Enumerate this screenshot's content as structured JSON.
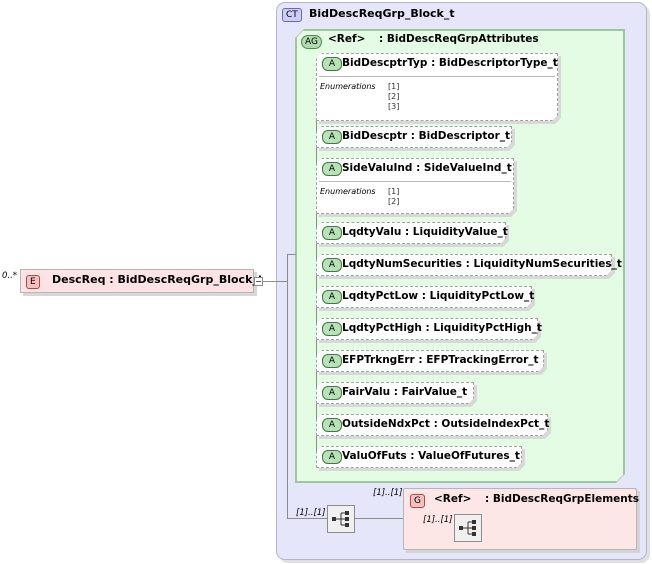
{
  "complex_type": {
    "tag": "CT",
    "name": "BidDescReqGrp_Block_t"
  },
  "attribute_group": {
    "tag": "AG",
    "ref": "<Ref>",
    "name": ": BidDescReqGrpAttributes"
  },
  "attributes": [
    {
      "tag": "A",
      "label": "BidDescptrTyp : BidDescriptorType_t",
      "enum_header": "Enumerations",
      "enums": [
        "[1]",
        "[2]",
        "[3]"
      ]
    },
    {
      "tag": "A",
      "label": "BidDescptr : BidDescriptor_t"
    },
    {
      "tag": "A",
      "label": "SideValuInd : SideValueInd_t",
      "enum_header": "Enumerations",
      "enums": [
        "[1]",
        "[2]"
      ]
    },
    {
      "tag": "A",
      "label": "LqdtyValu : LiquidityValue_t"
    },
    {
      "tag": "A",
      "label": "LqdtyNumSecurities : LiquidityNumSecurities_t"
    },
    {
      "tag": "A",
      "label": "LqdtyPctLow : LiquidityPctLow_t"
    },
    {
      "tag": "A",
      "label": "LqdtyPctHigh : LiquidityPctHigh_t"
    },
    {
      "tag": "A",
      "label": "EFPTrkngErr : EFPTrackingError_t"
    },
    {
      "tag": "A",
      "label": "FairValu : FairValue_t"
    },
    {
      "tag": "A",
      "label": "OutsideNdxPct : OutsideIndexPct_t"
    },
    {
      "tag": "A",
      "label": "ValuOfFuts : ValueOfFutures_t"
    }
  ],
  "element": {
    "tag": "E",
    "label": "DescReq : BidDescReqGrp_Block_t",
    "cardinality": "0..*",
    "collapse": "−"
  },
  "sequence": {
    "cardinality": "[1]..[1]"
  },
  "group": {
    "tag": "G",
    "ref": "<Ref>",
    "name": ": BidDescReqGrpElements",
    "cardinality": "[1]..[1]",
    "inner_cardinality": "[1]..[1]"
  }
}
